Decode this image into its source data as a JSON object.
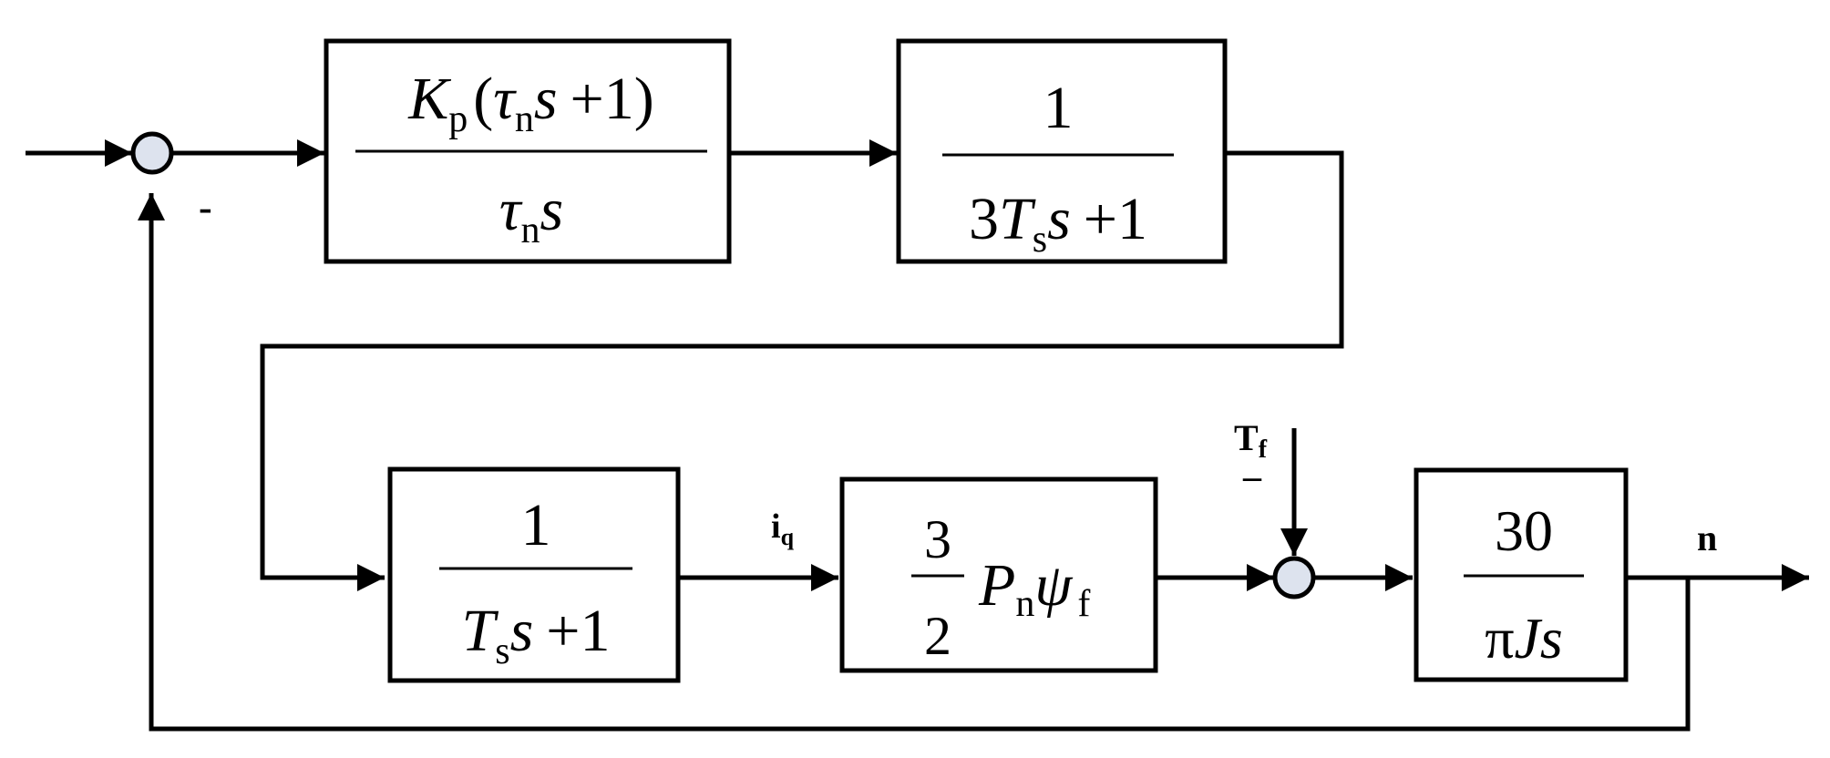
{
  "blocks": {
    "pi": {
      "kp": "K",
      "kp_sub": "p",
      "open": "(",
      "tau": "τ",
      "tau_sub": "n",
      "s": "s",
      "plus": "+",
      "one": "1",
      "close": ")",
      "den_tau": "τ",
      "den_tau_sub": "n",
      "den_s": "s"
    },
    "filter": {
      "num": "1",
      "three": "3",
      "t": "T",
      "t_sub": "s",
      "s": "s",
      "plus": "+",
      "one": "1"
    },
    "current": {
      "num": "1",
      "t": "T",
      "t_sub": "s",
      "s": "s",
      "plus": "+",
      "one": "1"
    },
    "torque": {
      "num": "3",
      "den": "2",
      "p": "P",
      "p_sub": "n",
      "psi": "ψ",
      "psi_sub": "f"
    },
    "mech": {
      "num": "30",
      "pi": "π",
      "j": "J",
      "s": "s"
    }
  },
  "signals": {
    "iq": "i",
    "iq_sub": "q",
    "tf": "T",
    "tf_sub": "f",
    "n": "n",
    "minus_feedback": "-",
    "minus_tf": "–"
  },
  "colors": {
    "line": "#000000",
    "junction_fill": "#dde3ee"
  }
}
